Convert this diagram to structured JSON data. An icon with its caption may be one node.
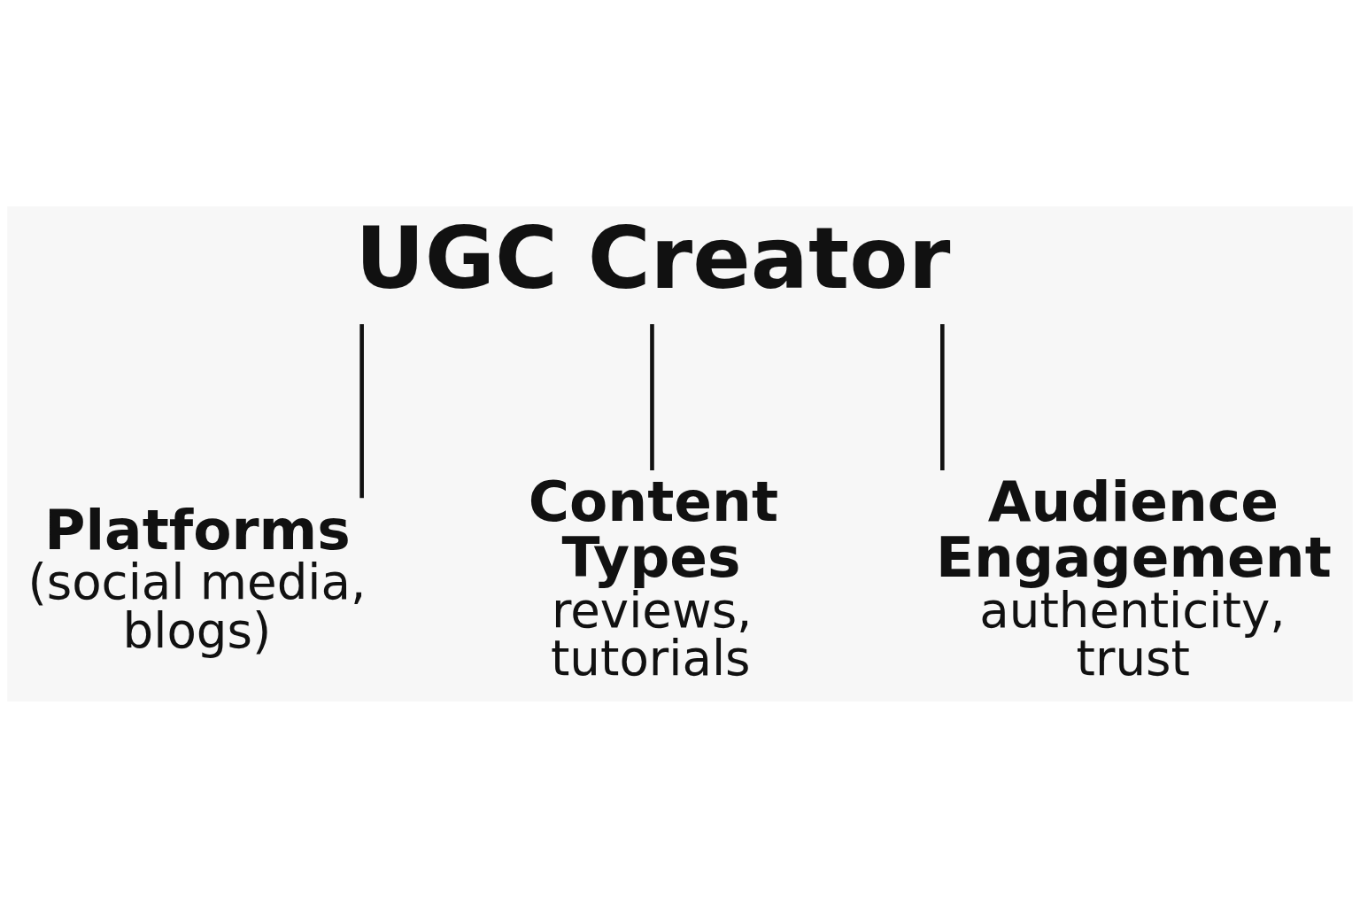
{
  "diagram": {
    "nodes": [
      {
        "text": [
          "UGC Creator"
        ]
      },
      {
        "text": [
          "Platforms",
          "(social media, blogs)"
        ]
      },
      {
        "text": [
          "Content Types",
          "reviews, tutorials"
        ]
      },
      {
        "text": [
          "Audience Engagement",
          "authenticity, trust"
        ]
      }
    ],
    "edges": [
      {
        "from": 0,
        "to": 1,
        "arrow": "none"
      },
      {
        "from": 0,
        "to": 2,
        "arrow": "none"
      },
      {
        "from": 0,
        "to": 3,
        "arrow": "none"
      }
    ]
  }
}
